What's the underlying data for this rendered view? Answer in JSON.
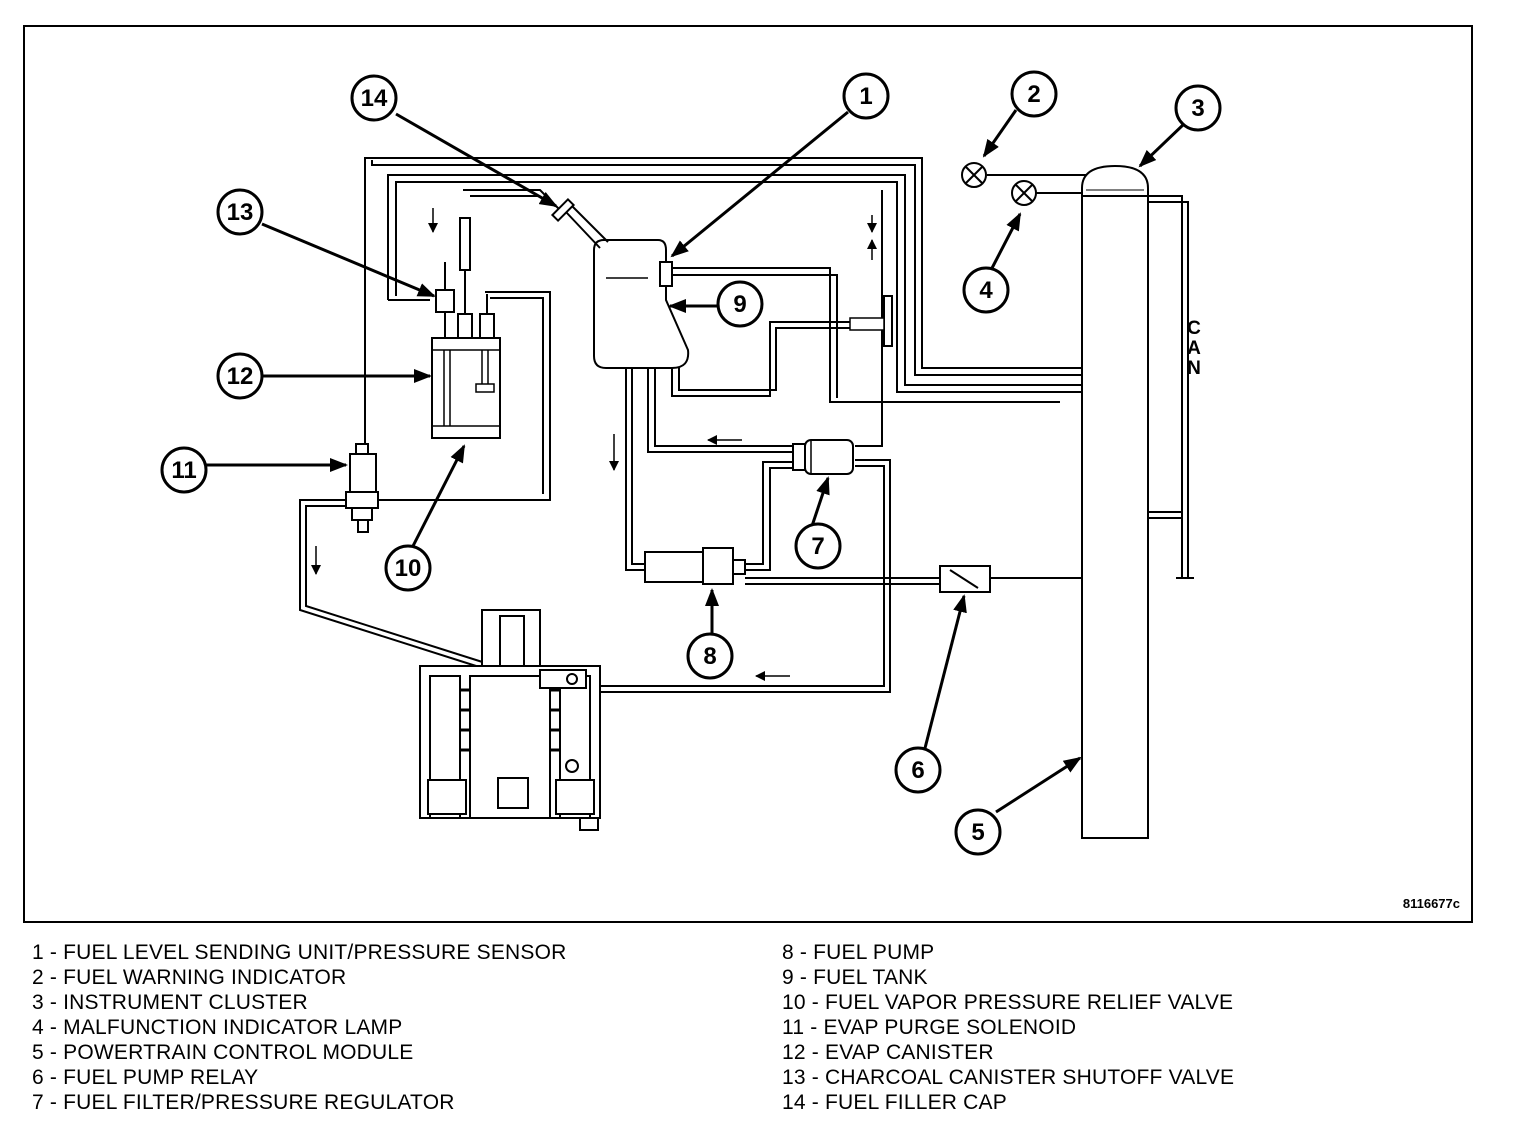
{
  "figure_id": "8116677c",
  "can_label": [
    "C",
    "A",
    "N"
  ],
  "callouts": [
    "1",
    "2",
    "3",
    "4",
    "5",
    "6",
    "7",
    "8",
    "9",
    "10",
    "11",
    "12",
    "13",
    "14"
  ],
  "legend": {
    "left": [
      "1 - FUEL LEVEL SENDING UNIT/PRESSURE SENSOR",
      "2 - FUEL WARNING INDICATOR",
      "3 - INSTRUMENT CLUSTER",
      "4 - MALFUNCTION INDICATOR LAMP",
      "5 - POWERTRAIN CONTROL MODULE",
      "6 - FUEL PUMP RELAY",
      "7 - FUEL FILTER/PRESSURE REGULATOR"
    ],
    "right": [
      "8 - FUEL PUMP",
      "9 - FUEL TANK",
      "10 - FUEL VAPOR PRESSURE RELIEF VALVE",
      "11 - EVAP PURGE SOLENOID",
      "12 - EVAP CANISTER",
      "13 - CHARCOAL CANISTER SHUTOFF VALVE",
      "14 - FUEL FILLER CAP"
    ]
  }
}
